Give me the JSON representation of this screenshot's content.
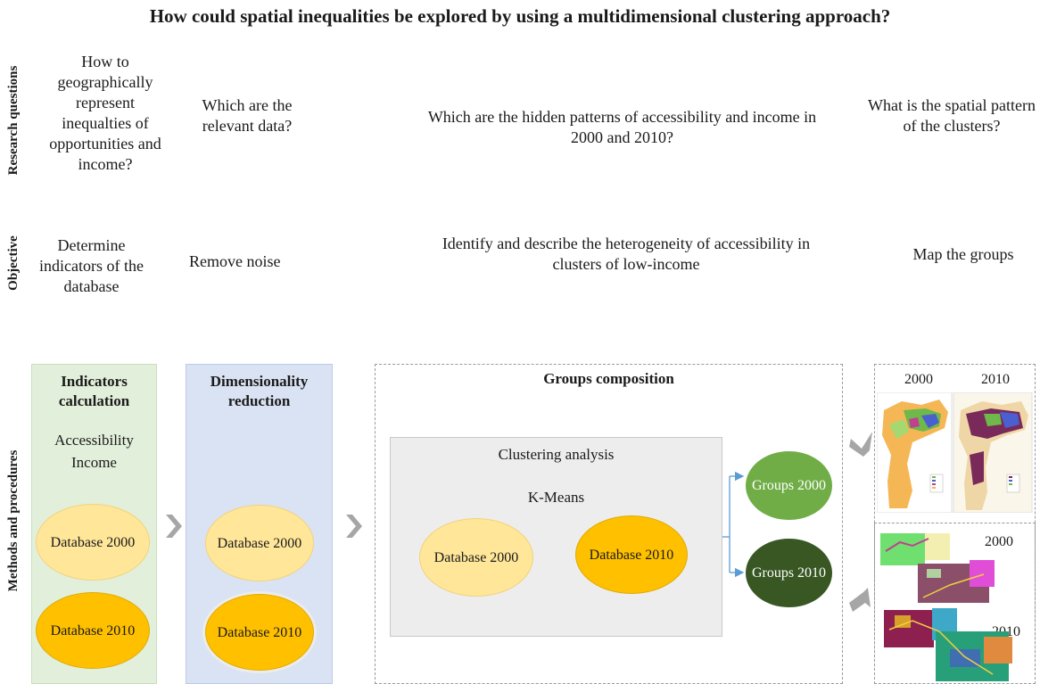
{
  "title": "How could spatial inequalities be explored by using a multidimensional clustering approach?",
  "row_labels": {
    "research": "Research questions",
    "objective": "Objective",
    "methods": "Methods and procedures"
  },
  "questions": [
    "How to geographically represent inequalties of opportunities and income?",
    "Which are the relevant data?",
    "Which are the hidden patterns of accessibility and income in 2000 and 2010?",
    "What is the spatial pattern of the clusters?"
  ],
  "objectives": [
    "Determine indicators of the database",
    "Remove noise",
    "Identify and describe the heterogeneity of accessibility in clusters of low-income",
    "Map the groups"
  ],
  "indicators": {
    "heading": "Indicators calculation",
    "items": "Accessibility Income",
    "db1": "Database 2000",
    "db2": "Database 2010"
  },
  "dimred": {
    "heading": "Dimensionality reduction",
    "db1": "Database 2000",
    "db2": "Database 2010"
  },
  "groups": {
    "heading": "Groups composition",
    "clustering": "Clustering analysis",
    "method": "K-Means",
    "db1": "Database 2000",
    "db2": "Database 2010",
    "g1": "Groups 2000",
    "g2": "Groups 2010"
  },
  "maps": {
    "top_year1": "2000",
    "top_year2": "2010",
    "bottom_year1": "2000",
    "bottom_year2": "2010"
  },
  "colors": {
    "indicators_bg": "#e2efda",
    "dimred_bg": "#dae3f3",
    "clustering_bg": "#ededed",
    "db_light": "#ffe699",
    "db_dark": "#ffc000",
    "group_light": "#70ad47",
    "group_dark": "#385723",
    "connector": "#5b9bd5",
    "arrow": "#a6a6a6"
  }
}
